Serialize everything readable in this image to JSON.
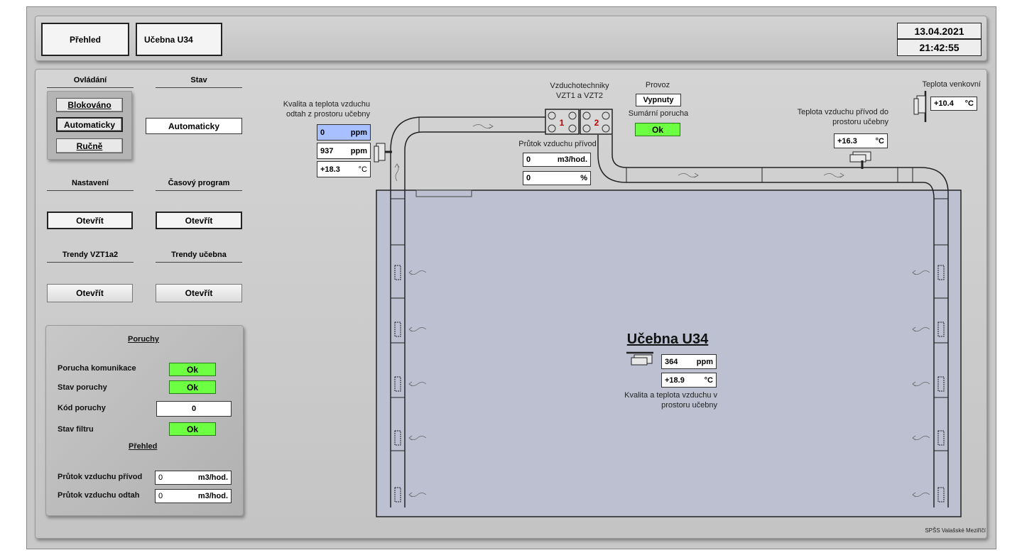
{
  "header": {
    "tab_overview": "Přehled",
    "tab_room": "Učebna U34",
    "date": "13.04.2021",
    "time": "21:42:55"
  },
  "left": {
    "control_title": "Ovládání",
    "state_title": "Stav",
    "mode_blocked": "Blokováno",
    "mode_auto": "Automaticky",
    "mode_manual": "Ručně",
    "state_value": "Automaticky",
    "settings_title": "Nastavení",
    "schedule_title": "Časový program",
    "open": "Otevřít",
    "trends_vzt_title": "Trendy VZT1a2",
    "trends_room_title": "Trendy učebna"
  },
  "faults": {
    "title": "Poruchy",
    "comm_label": "Porucha komunikace",
    "comm_value": "Ok",
    "state_label": "Stav poruchy",
    "state_value": "Ok",
    "code_label": "Kód poruchy",
    "code_value": "0",
    "filter_label": "Stav filtru",
    "filter_value": "Ok",
    "overview_link": "Přehled",
    "supply_label": "Průtok vzduchu přívod",
    "supply_value": "0",
    "supply_unit": "m3/hod.",
    "exhaust_label": "Průtok vzduchu odtah",
    "exhaust_value": "0",
    "exhaust_unit": "m3/hod."
  },
  "scheme": {
    "exhaust_quality_label_1": "Kvalita a teplota vzduchu",
    "exhaust_quality_label_2": "odtah z prostoru učebny",
    "exhaust_ppm1_value": "0",
    "exhaust_ppm1_unit": "ppm",
    "exhaust_ppm2_value": "937",
    "exhaust_ppm2_unit": "ppm",
    "exhaust_temp_value": "+18.3",
    "exhaust_temp_unit": "°C",
    "ahu_label_1": "Vzduchotechniky",
    "ahu_label_2": "VZT1 a VZT2",
    "unit1": "1",
    "unit2": "2",
    "operation_label": "Provoz",
    "operation_value": "Vypnuty",
    "sum_fault_label": "Sumární porucha",
    "sum_fault_value": "Ok",
    "supply_flow_label": "Průtok vzduchu přívod",
    "supply_flow_value": "0",
    "supply_flow_unit": "m3/hod.",
    "supply_pct_value": "0",
    "supply_pct_unit": "%",
    "supply_temp_label_1": "Teplota vzduchu přívod do",
    "supply_temp_label_2": "prostoru učebny",
    "supply_temp_value": "+16.3",
    "supply_temp_unit": "°C",
    "outdoor_label": "Teplota venkovní",
    "outdoor_value": "+10.4",
    "outdoor_unit": "°C",
    "room_title": "Učebna U34",
    "room_ppm_value": "364",
    "room_ppm_unit": "ppm",
    "room_temp_value": "+18.9",
    "room_temp_unit": "°C",
    "room_quality_label_1": "Kvalita a teplota vzduchu v",
    "room_quality_label_2": "prostoru učebny"
  },
  "footer": {
    "school": "SPŠS Valašské Meziříčí"
  },
  "colors": {
    "ok_green": "#6cff42",
    "room_fill": "#bcc0d0",
    "highlight_blue": "#a8c0ff",
    "fault_red": "#c00000"
  }
}
